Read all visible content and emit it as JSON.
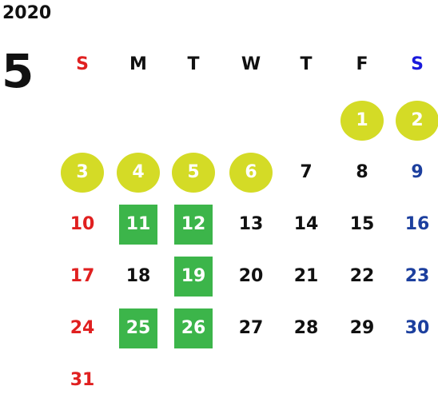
{
  "year": "2020",
  "month": "5",
  "weekdays": [
    "S",
    "M",
    "T",
    "W",
    "T",
    "F",
    "S"
  ],
  "colors": {
    "sunday": "#e02020",
    "saturday": "#1c3f9e",
    "weekday": "#111111",
    "holiday_circle": "#d4db26",
    "green_box": "#3cb54a"
  },
  "weeks": [
    [
      null,
      null,
      null,
      null,
      null,
      {
        "day": "1",
        "mark": "circle"
      },
      {
        "day": "2",
        "mark": "circle"
      }
    ],
    [
      {
        "day": "3",
        "mark": "circle"
      },
      {
        "day": "4",
        "mark": "circle"
      },
      {
        "day": "5",
        "mark": "circle"
      },
      {
        "day": "6",
        "mark": "circle"
      },
      {
        "day": "7"
      },
      {
        "day": "8"
      },
      {
        "day": "9"
      }
    ],
    [
      {
        "day": "10"
      },
      {
        "day": "11",
        "mark": "box"
      },
      {
        "day": "12",
        "mark": "box"
      },
      {
        "day": "13"
      },
      {
        "day": "14"
      },
      {
        "day": "15"
      },
      {
        "day": "16"
      }
    ],
    [
      {
        "day": "17"
      },
      {
        "day": "18"
      },
      {
        "day": "19",
        "mark": "box"
      },
      {
        "day": "20"
      },
      {
        "day": "21"
      },
      {
        "day": "22"
      },
      {
        "day": "23"
      }
    ],
    [
      {
        "day": "24"
      },
      {
        "day": "25",
        "mark": "box"
      },
      {
        "day": "26",
        "mark": "box"
      },
      {
        "day": "27"
      },
      {
        "day": "28"
      },
      {
        "day": "29"
      },
      {
        "day": "30"
      }
    ],
    [
      {
        "day": "31"
      },
      null,
      null,
      null,
      null,
      null,
      null
    ]
  ]
}
